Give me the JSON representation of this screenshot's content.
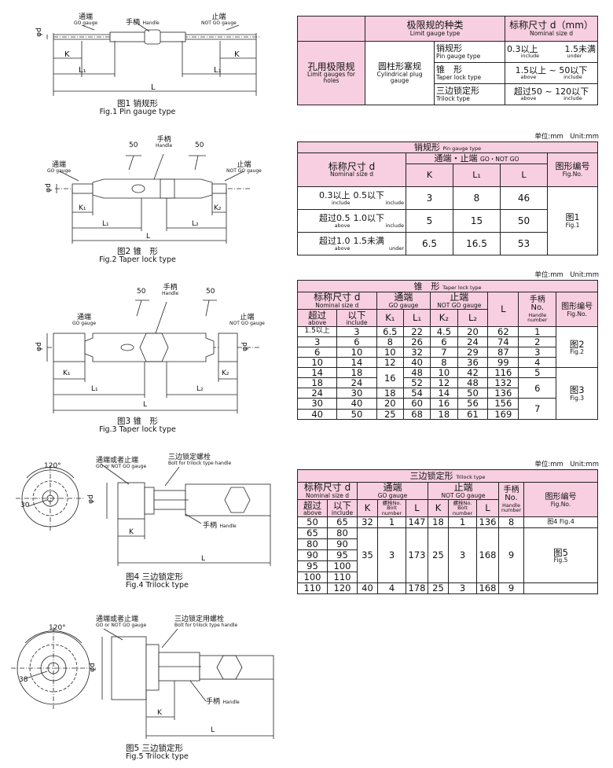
{
  "figures": {
    "fig1": {
      "cn": "图1 销规形",
      "en": "Fig.1  Pin gauge type",
      "go_cn": "通端",
      "go_en": "GO gauge",
      "handle_cn": "手柄",
      "handle_en": "Handle",
      "notgo_cn": "止端",
      "notgo_en": "NOT GO gauge",
      "d": "φd",
      "K": "K",
      "L1": "L₁",
      "L": "L"
    },
    "fig2": {
      "cn": "图2 锥　形",
      "en": "Fig.2  Taper lock type",
      "go_cn": "通端",
      "go_en": "GO gauge",
      "handle_cn": "手柄",
      "handle_en": "Handle",
      "notgo_cn": "止端",
      "notgo_en": "NOT GO gauge",
      "a50": "50",
      "d": "φd",
      "K1": "K₁",
      "K2": "K₂",
      "L1": "L₁",
      "L2": "L₂",
      "L": "L"
    },
    "fig3": {
      "cn": "图3 锥　形",
      "en": "Fig.3  Taper lock type",
      "go_cn": "通端",
      "go_en": "GO gauge",
      "handle_cn": "手柄",
      "handle_en": "Handle",
      "notgo_cn": "止端",
      "notgo_en": "NOT GO gauge",
      "a50": "50",
      "d": "φd",
      "K1": "K₁",
      "K2": "K₂",
      "L1": "L₁",
      "L2": "L₂",
      "L": "L"
    },
    "fig4": {
      "cn": "图4 三边锁定形",
      "en": "Fig.4  Trilock type",
      "gauge_cn": "通端或者止端",
      "gauge_en": "GO or NOT GO gauge",
      "bolt_cn": "三边锁定螺栓",
      "bolt_en": "Bolt for trilock type handle",
      "handle_cn": "手柄",
      "handle_en": "Handle",
      "angle": "120°",
      "r": "30",
      "d": "φd",
      "K": "K",
      "L": "L"
    },
    "fig5": {
      "cn": "图5 三边锁定形",
      "en": "Fig.5  Trilock type",
      "gauge_cn": "通端或者止端",
      "gauge_en": "GO or NOT GO gauge",
      "bolt_cn": "三边锁定用螺栓",
      "bolt_en": "Bolt for trilock type handle",
      "handle_cn": "手柄",
      "handle_en": "Handle",
      "angle": "120°",
      "r": "38",
      "d": "φd",
      "K": "K",
      "L": "L"
    }
  },
  "summary": {
    "h_type_cn": "极限规的种类",
    "h_type_en": "Limit gauge type",
    "h_size_cn": "标称尺寸 d（mm）",
    "h_size_en": "Nominal size d",
    "group_cn": "孔用极限规",
    "group_en": "Limit gauges for holes",
    "plug_cn": "圆柱形塞规",
    "plug_en": "Cylindrical plug gauge",
    "rows": [
      {
        "cn": "销规形",
        "en": "Pin gauge type",
        "a": "0.3以上",
        "a_en": "include",
        "b": "1.5未满",
        "b_en": "under"
      },
      {
        "cn": "锥　形",
        "en": "Taper lock type",
        "a": "1.5以上 ~ 50以下",
        "a_en": "above",
        "b": "",
        "b_en": "include"
      },
      {
        "cn": "三边锁定形",
        "en": "Trilock type",
        "a": "超过50 ~ 120以下",
        "a_en": "above",
        "b": "",
        "b_en": "include"
      }
    ]
  },
  "pin_table": {
    "unit": "单位:mm　Unit:mm",
    "title_cn": "销规形",
    "title_en": "Pin gauge type",
    "h_size_cn": "标称尺寸 d",
    "h_size_en": "Nominal size d",
    "h_gauge_cn": "通端・止端",
    "h_gauge_en": "GO・NOT GO",
    "h_fig_cn": "图形编号",
    "h_fig_en": "Fig.No.",
    "h_K": "K",
    "h_L1": "L₁",
    "h_L": "L",
    "rows": [
      {
        "a": "0.3以上",
        "a_en": "include",
        "b": "0.5以下",
        "b_en": "include",
        "K": "3",
        "L1": "8",
        "L": "46"
      },
      {
        "a": "超过0.5",
        "a_en": "above",
        "b": "1.0以下",
        "b_en": "include",
        "K": "5",
        "L1": "15",
        "L": "50"
      },
      {
        "a": "超过1.0",
        "a_en": "above",
        "b": "1.5未满",
        "b_en": "under",
        "K": "6.5",
        "L1": "16.5",
        "L": "53"
      }
    ],
    "fig_cn": "图1",
    "fig_en": "Fig.1"
  },
  "taper_table": {
    "unit": "单位:mm　Unit:mm",
    "title_cn": "锥　形",
    "title_en": "Taper lock type",
    "h_size_cn": "标称尺寸 d",
    "h_size_en": "Nominal size d",
    "h_above_cn": "超过",
    "h_above_en": "above",
    "h_inc_cn": "以下",
    "h_inc_en": "include",
    "h_go_cn": "通端",
    "h_go_en": "GO gauge",
    "h_ng_cn": "止端",
    "h_ng_en": "NOT GO gauge",
    "h_K1": "K₁",
    "h_L1": "L₁",
    "h_K2": "K₂",
    "h_L2": "L₂",
    "h_L": "L",
    "h_handle_cn": "手柄",
    "h_handle_no": "No.",
    "h_handle_en": "Handle number",
    "h_fig_cn": "图形编号",
    "h_fig_en": "Fig.No.",
    "rows": [
      [
        "1.5以上",
        "3",
        "6.5",
        "22",
        "4.5",
        "20",
        "62",
        "1"
      ],
      [
        "3",
        "6",
        "8",
        "26",
        "6",
        "24",
        "74",
        "2"
      ],
      [
        "6",
        "10",
        "10",
        "32",
        "7",
        "29",
        "87",
        "3"
      ],
      [
        "10",
        "14",
        "12",
        "40",
        "8",
        "36",
        "99",
        "4"
      ],
      [
        "14",
        "18",
        "",
        "48",
        "10",
        "42",
        "116",
        "5"
      ],
      [
        "18",
        "24",
        "16",
        "52",
        "12",
        "48",
        "132",
        "6"
      ],
      [
        "24",
        "30",
        "18",
        "54",
        "14",
        "50",
        "136",
        ""
      ],
      [
        "30",
        "40",
        "20",
        "60",
        "16",
        "56",
        "156",
        "7"
      ],
      [
        "40",
        "50",
        "25",
        "68",
        "18",
        "61",
        "169",
        ""
      ]
    ],
    "fig2_cn": "图2",
    "fig2_en": "Fig.2",
    "fig3_cn": "图3",
    "fig3_en": "Fig.3"
  },
  "trilock_table": {
    "unit": "单位:mm　Unit:mm",
    "title_cn": "三边锁定形",
    "title_en": "Trilock type",
    "h_size_cn": "标称尺寸 d",
    "h_size_en": "Nominal size d",
    "h_above_cn": "超过",
    "h_above_en": "above",
    "h_inc_cn": "以下",
    "h_inc_en": "include",
    "h_go_cn": "通端",
    "h_go_en": "GO gauge",
    "h_ng_cn": "止端",
    "h_ng_en": "NOT GO gauge",
    "h_K": "K",
    "h_bolt_cn": "螺栓No.",
    "h_bolt_en": "Bolt number",
    "h_L": "L",
    "h_handle_cn": "手柄",
    "h_handle_no": "No.",
    "h_handle_en": "Handle number",
    "h_fig_cn": "图形编号",
    "h_fig_en": "Fig.No.",
    "row1": [
      "50",
      "65",
      "32",
      "1",
      "147",
      "18",
      "1",
      "136",
      "8",
      "图4 Fig.4"
    ],
    "mid_rows": [
      [
        "65",
        "80"
      ],
      [
        "80",
        "90"
      ],
      [
        "90",
        "95"
      ],
      [
        "95",
        "100"
      ],
      [
        "100",
        "110"
      ]
    ],
    "mid": {
      "K": "35",
      "bolt": "3",
      "L": "173",
      "K2": "25",
      "bolt2": "3",
      "L2": "168",
      "handle": "9"
    },
    "fig5_cn": "图5",
    "fig5_en": "Fig.5",
    "last": [
      "110",
      "120",
      "40",
      "4",
      "178",
      "25",
      "3",
      "168",
      "9",
      ""
    ]
  }
}
